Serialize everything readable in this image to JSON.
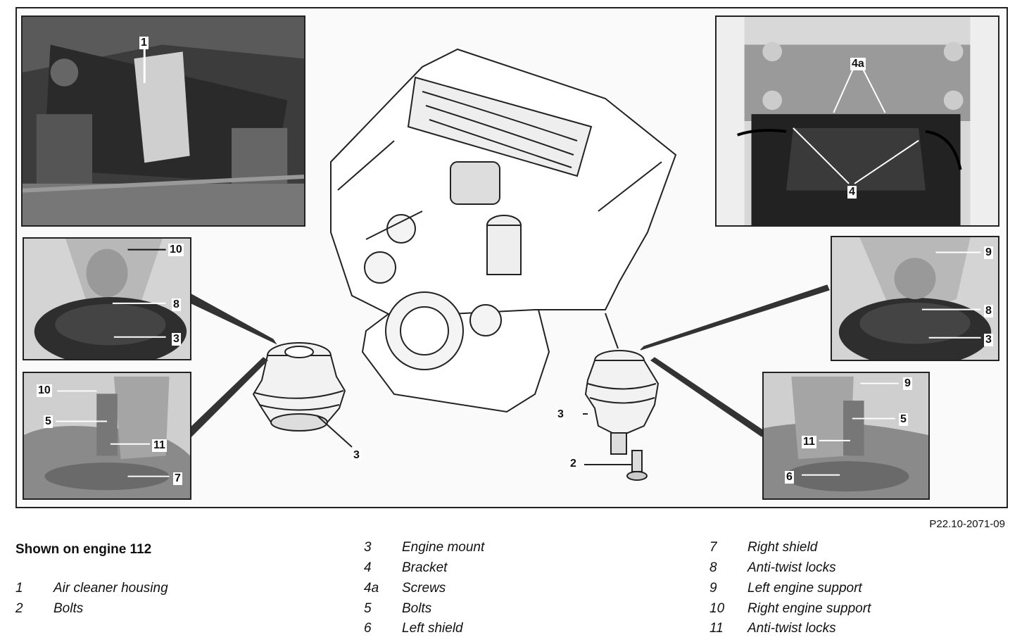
{
  "callouts": {
    "c1": "1",
    "c4a": "4a",
    "c4": "4",
    "ml_10": "10",
    "ml_8": "8",
    "ml_3": "3",
    "bl_10": "10",
    "bl_5": "5",
    "bl_11": "11",
    "bl_7": "7",
    "mr_9": "9",
    "mr_8": "8",
    "mr_3": "3",
    "br_9": "9",
    "br_5": "5",
    "br_11": "11",
    "br_6": "6",
    "center_3a": "3",
    "center_3b": "3",
    "center_2": "2"
  },
  "figure_code": "P22.10-2071-09",
  "heading": "Shown on engine 112",
  "legend": {
    "col1": [
      {
        "num": "1",
        "text": "Air cleaner housing"
      },
      {
        "num": "2",
        "text": "Bolts"
      }
    ],
    "col2": [
      {
        "num": "3",
        "text": "Engine mount"
      },
      {
        "num": "4",
        "text": "Bracket"
      },
      {
        "num": "4a",
        "text": "Screws"
      },
      {
        "num": "5",
        "text": "Bolts"
      },
      {
        "num": "6",
        "text": "Left shield"
      }
    ],
    "col3": [
      {
        "num": "7",
        "text": "Right shield"
      },
      {
        "num": "8",
        "text": "Anti-twist locks"
      },
      {
        "num": "9",
        "text": "Left engine support"
      },
      {
        "num": "10",
        "text": "Right engine support"
      },
      {
        "num": "11",
        "text": "Anti-twist locks"
      }
    ]
  }
}
